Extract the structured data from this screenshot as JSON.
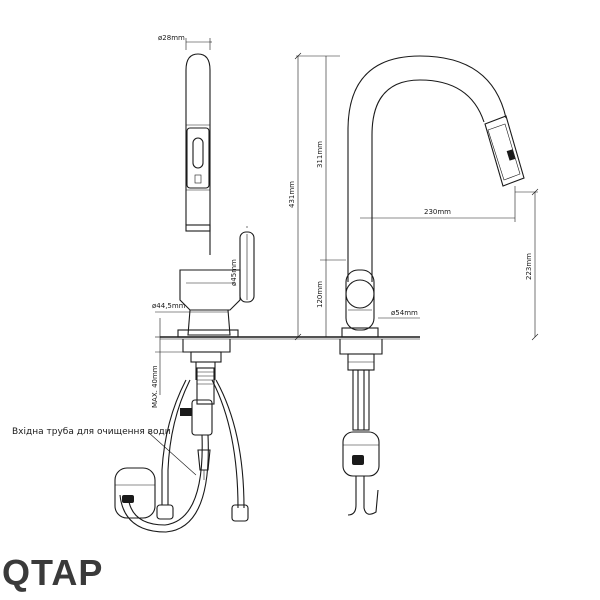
{
  "brand": {
    "logo_text": "QTAP"
  },
  "side_view": {
    "dim_spout_diameter": "ø28mm",
    "dim_lever_diameter": "ø45mm",
    "dim_body_diameter": "ø44,5mm",
    "dim_max_thickness": "MAX. 40mm",
    "label_filtered_water_inlet": "Вхідна труба для очищення води"
  },
  "front_view": {
    "dim_total_height": "431mm",
    "dim_spout_height": "311mm",
    "dim_reach": "230mm",
    "dim_outlet_height": "223mm",
    "dim_body_height": "120mm",
    "dim_base_diameter": "ø54mm"
  },
  "colors": {
    "line": "#1a1a1a",
    "counter": "#555555",
    "logo": "#3a3a3a"
  }
}
